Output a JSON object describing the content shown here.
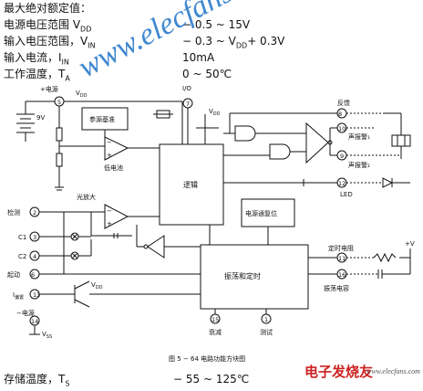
{
  "specs": {
    "heading": "最大绝对额定值：",
    "supply_label": "电源电压范围 V",
    "supply_sub": "DD",
    "supply_value": "− 0.5 ~ 15V",
    "input_v_label": "输入电压范围，V",
    "input_v_sub": "IN",
    "input_v_value": "− 0.3 ~ V",
    "input_v_value_sub": "DD",
    "input_v_value_tail": "+ 0.3V",
    "input_i_label": "输入电流，I",
    "input_i_sub": "IN",
    "input_i_value": "10mA",
    "temp_label": "工作温度，T",
    "temp_sub": "A",
    "temp_value": "0 ~ 50℃",
    "storage_label": "存储温度，T",
    "storage_sub": "S",
    "storage_value": "− 55 ~ 125℃"
  },
  "diagram": {
    "caption": "图 5 − 64   电路功能方块图",
    "blocks": {
      "ref_source": "参源基准",
      "low_battery": "低电池",
      "logic": "逻辑",
      "opamp": "光放大",
      "power_reset": "电源通复位",
      "osc_timer": "振荡和定时"
    },
    "labels": {
      "plus_supply": "+电源",
      "vdd": "V",
      "vdd_sub": "DD",
      "battery": "9V",
      "io": "I/O",
      "feedback": "反馈",
      "horn1": "声报警₁",
      "horn2": "声报警₂",
      "led": "LED",
      "detect": "检测",
      "c1": "C1",
      "c2": "C2",
      "start": "起动",
      "i_bias": "I",
      "i_bias_sub": "偏置",
      "neg_supply": "−电源",
      "vss": "V",
      "vss_sub": "SS",
      "timing_r": "定时电阻",
      "timing_c": "振荡电容",
      "vdd_plus": "+V",
      "vdd_low": "V",
      "vdd_low_sub": "DD",
      "reduce": "衰减",
      "test": "测试"
    },
    "pins": [
      "5",
      "7",
      "10",
      "8",
      "9",
      "12",
      "2",
      "3",
      "4",
      "6",
      "13",
      "11",
      "14",
      "15",
      "16",
      "1"
    ]
  },
  "watermark": {
    "main": "www.elecfans.com",
    "corner": "电子发烧友",
    "corner_url": "www.elecfans.com"
  }
}
